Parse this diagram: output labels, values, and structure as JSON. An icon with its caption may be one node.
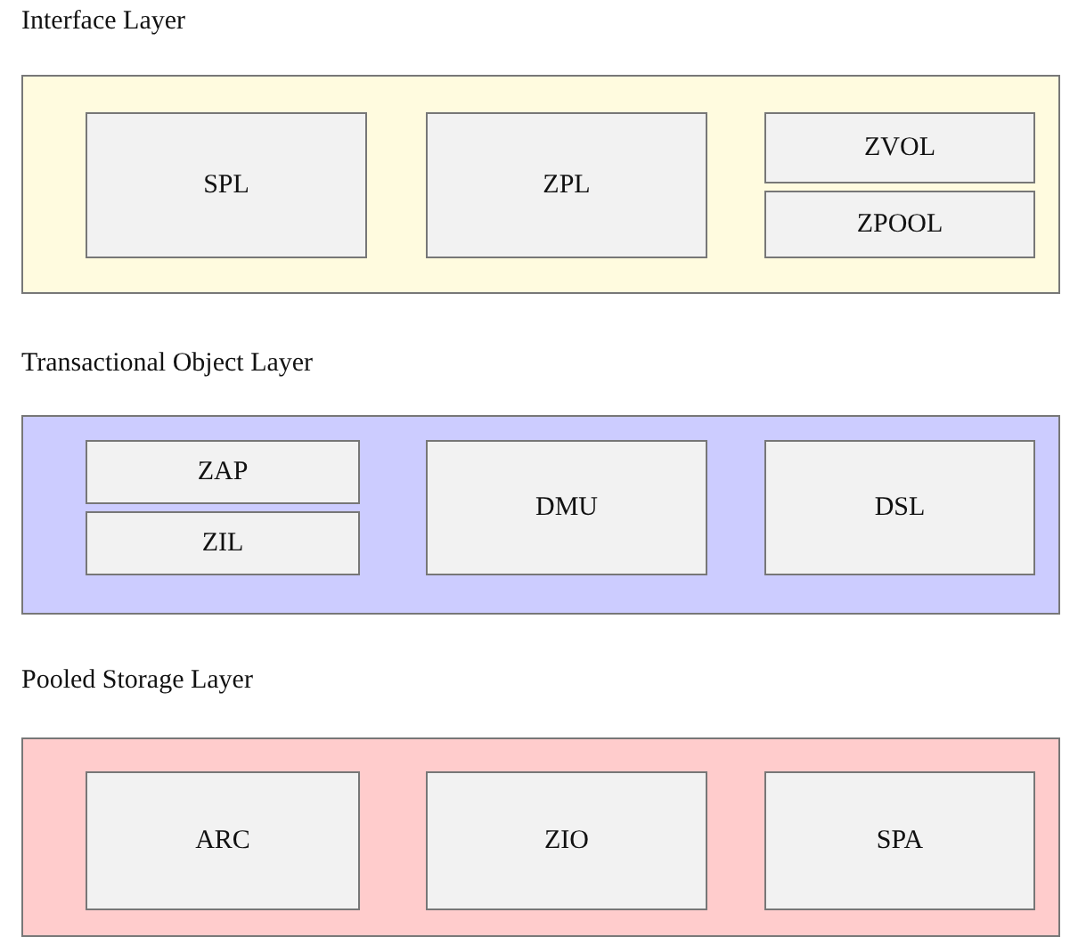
{
  "diagram": {
    "nodes": [
      {
        "text": [
          "Interface Layer"
        ]
      },
      {
        "text": [
          "SPL"
        ],
        "in": 0
      },
      {
        "text": [
          "ZPL"
        ],
        "in": 0
      },
      {
        "text": [
          "ZVOL"
        ],
        "in": 0
      },
      {
        "text": [
          "ZPOOL"
        ],
        "in": 0
      },
      {
        "text": [
          "Transactional Object Layer"
        ]
      },
      {
        "text": [
          "ZAP"
        ],
        "in": 5
      },
      {
        "text": [
          "ZIL"
        ],
        "in": 5
      },
      {
        "text": [
          "DMU"
        ],
        "in": 5
      },
      {
        "text": [
          "DSL"
        ],
        "in": 5
      },
      {
        "text": [
          "Pooled Storage Layer"
        ]
      },
      {
        "text": [
          "ARC"
        ],
        "in": 10
      },
      {
        "text": [
          "ZIO"
        ],
        "in": 10
      },
      {
        "text": [
          "SPA"
        ],
        "in": 10
      }
    ]
  }
}
